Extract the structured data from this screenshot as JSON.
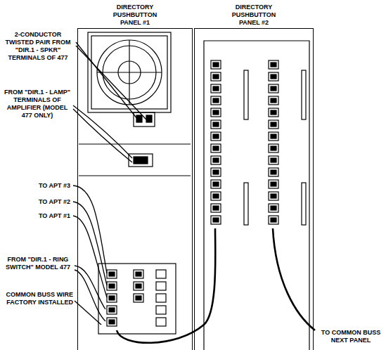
{
  "diagram": {
    "nodes": [
      {
        "text": [
          "DIRECTORY PUSHBUTTON PANEL #1"
        ]
      },
      {
        "text": [
          "DIRECTORY PUSHBUTTON PANEL #2"
        ]
      }
    ],
    "labels": [
      "2-CONDUCTOR TWISTED PAIR FROM \"DIR.1 - SPKR\" TERMINALS OF 477",
      "FROM \"DIR.1 - LAMP\" TERMINALS OF AMPLIFIER (MODEL 477 ONLY)",
      "TO APT #3",
      "TO APT #2",
      "TO APT #1",
      "FROM \"DIR.1 - RING SWITCH\" MODEL 477",
      "COMMON BUSS WIRE FACTORY INSTALLED",
      "TO COMMON BUSS NEXT PANEL"
    ]
  }
}
